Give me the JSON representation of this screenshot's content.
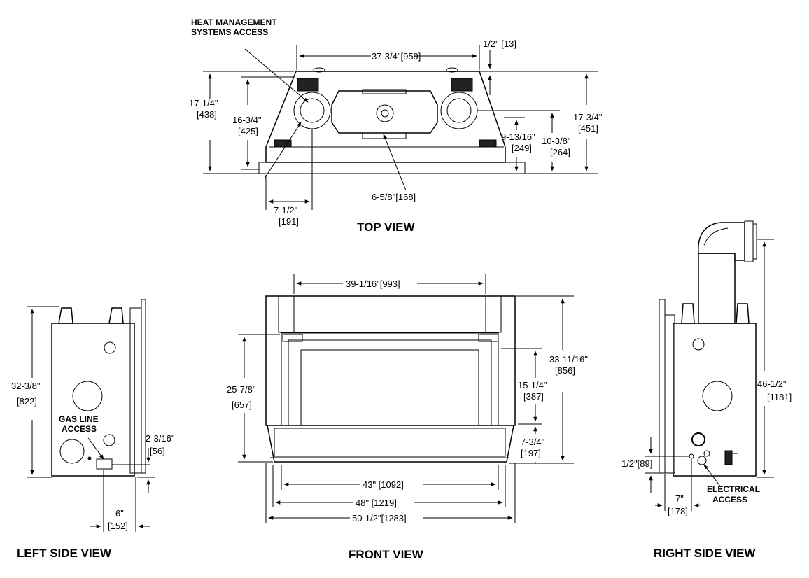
{
  "views": {
    "top": {
      "title": "TOP VIEW",
      "note": [
        "HEAT MANAGEMENT",
        "SYSTEMS ACCESS"
      ],
      "dims": {
        "width_top": "37-3/4\"[959]",
        "offset_top": "1/2\"  [13]",
        "depth_left": [
          "17-1/4\"",
          "[438]"
        ],
        "depth_inner": [
          "16-3/4\"",
          "[425]"
        ],
        "depth_right_inner": [
          "9-13/16\"",
          "[249]"
        ],
        "depth_right_mid": [
          "10-3/8\"",
          "[264]"
        ],
        "depth_right": [
          "17-3/4\"",
          "[451]"
        ],
        "center_offset": "6-5/8\"[168]",
        "left_offset": [
          "7-1/2\"",
          "[191]"
        ]
      }
    },
    "front": {
      "title": "FRONT VIEW",
      "dims": {
        "top_width": "39-1/16\"[993]",
        "height_left": [
          "25-7/8\"",
          "[657]"
        ],
        "glass_height": [
          "15-1/4\"",
          "[387]"
        ],
        "base_height": [
          "7-3/4\"",
          "[197]"
        ],
        "total_height": [
          "33-11/16\"",
          "[856]"
        ],
        "width_43": "43\" [1092]",
        "width_48": "48\" [1219]",
        "width_50": "50-1/2\"[1283]"
      }
    },
    "left": {
      "title": "LEFT SIDE VIEW",
      "note": [
        "GAS LINE",
        "ACCESS"
      ],
      "dims": {
        "height": [
          "32-3/8\"",
          "[822]"
        ],
        "gas_height": [
          "2-3/16\"",
          "[56]"
        ],
        "gas_offset": [
          "6\"",
          "[152]"
        ]
      }
    },
    "right": {
      "title": "RIGHT SIDE VIEW",
      "note": [
        "ELECTRICAL",
        "ACCESS"
      ],
      "dims": {
        "height": [
          "46-1/2\"",
          "[1181]"
        ],
        "elec_height": "1/2\"[89]",
        "elec_offset": [
          "7\"",
          "[178]"
        ]
      }
    }
  }
}
